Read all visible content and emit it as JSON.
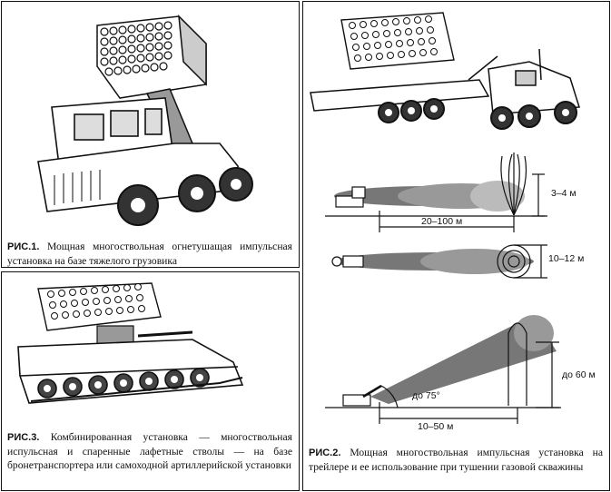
{
  "fig1": {
    "label": "РИС.1.",
    "text": "Мощная многоствольная огнетушащая импульсная установка на базе тяжелого грузовика"
  },
  "fig2": {
    "label": "РИС.2.",
    "text": "Мощная многоствольная импульсная установка на трейлере и ее использование при тушении газовой скважины",
    "dim_height_1": "3–4 м",
    "dim_distance_1": "20–100 м",
    "dim_diameter": "10–12 м",
    "dim_angle": "до 75°",
    "dim_distance_2": "10–50 м",
    "dim_height_2": "до 60 м"
  },
  "fig3": {
    "label": "РИС.3.",
    "text": "Комбинированная установка — многоствольная испульсная и спаренные лафетные стволы — на базе бронетранспортера или самоходной артиллерийской установки"
  }
}
